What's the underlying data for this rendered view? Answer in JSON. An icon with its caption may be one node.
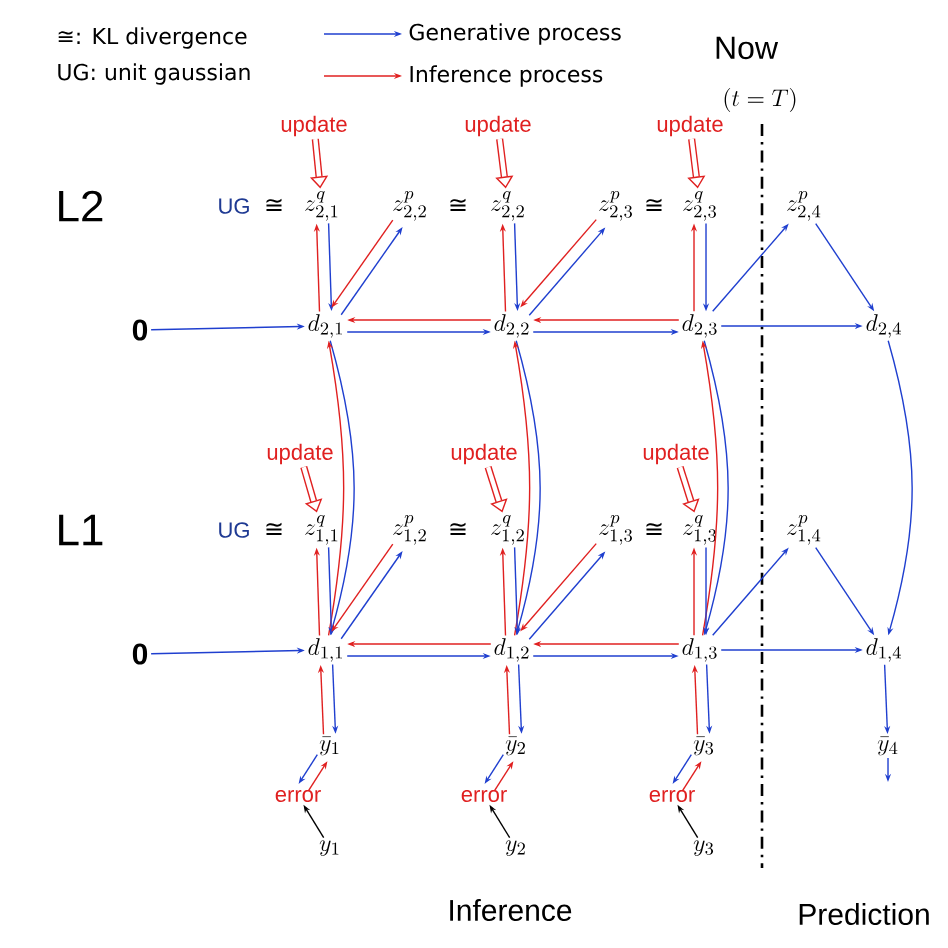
{
  "diagram": {
    "nodes": [
      {
        "text": [
          "0"
        ]
      },
      {
        "text": [
          "d_{2,1}"
        ]
      },
      {
        "text": [
          "d_{2,2}"
        ]
      },
      {
        "text": [
          "d_{2,3}"
        ]
      },
      {
        "text": [
          "d_{2,4}"
        ]
      },
      {
        "text": [
          "z^{q}_{2,1}"
        ]
      },
      {
        "text": [
          "z^{p}_{2,2}"
        ]
      },
      {
        "text": [
          "z^{q}_{2,2}"
        ]
      },
      {
        "text": [
          "z^{p}_{2,3}"
        ]
      },
      {
        "text": [
          "z^{q}_{2,3}"
        ]
      },
      {
        "text": [
          "z^{p}_{2,4}"
        ]
      },
      {
        "text": [
          "0"
        ]
      },
      {
        "text": [
          "d_{1,1}"
        ]
      },
      {
        "text": [
          "d_{1,2}"
        ]
      },
      {
        "text": [
          "d_{1,3}"
        ]
      },
      {
        "text": [
          "d_{1,4}"
        ]
      },
      {
        "text": [
          "z^{q}_{1,1}"
        ]
      },
      {
        "text": [
          "z^{p}_{1,2}"
        ]
      },
      {
        "text": [
          "z^{q}_{1,2}"
        ]
      },
      {
        "text": [
          "z^{p}_{1,3}"
        ]
      },
      {
        "text": [
          "z^{q}_{1,3}"
        ]
      },
      {
        "text": [
          "z^{p}_{1,4}"
        ]
      },
      {
        "text": [
          "\\bar{y}_{1}"
        ]
      },
      {
        "text": [
          "\\bar{y}_{2}"
        ]
      },
      {
        "text": [
          "\\bar{y}_{3}"
        ]
      },
      {
        "text": [
          "\\bar{y}_{4}"
        ]
      },
      {
        "text": [
          "y_{1}"
        ]
      },
      {
        "text": [
          "y_{2}"
        ]
      },
      {
        "text": [
          "y_{3}"
        ]
      },
      {
        "text": [
          "error"
        ]
      },
      {
        "text": [
          "error"
        ]
      },
      {
        "text": [
          "error"
        ]
      },
      {
        "text": [
          "update"
        ]
      },
      {
        "text": [
          "update"
        ]
      },
      {
        "text": [
          "update"
        ]
      },
      {
        "text": [
          "update"
        ]
      },
      {
        "text": [
          "update"
        ]
      },
      {
        "text": [
          "update"
        ]
      }
    ],
    "edges": [
      {
        "from": 0,
        "to": 1,
        "arrow": "to"
      },
      {
        "from": 1,
        "to": 2,
        "arrow": "to"
      },
      {
        "from": 2,
        "to": 3,
        "arrow": "to"
      },
      {
        "from": 3,
        "to": 4,
        "arrow": "to"
      },
      {
        "from": 2,
        "to": 1,
        "arrow": "to",
        "color": "#e02020"
      },
      {
        "from": 3,
        "to": 2,
        "arrow": "to",
        "color": "#e02020"
      },
      {
        "from": 5,
        "to": 1,
        "arrow": "to"
      },
      {
        "from": 1,
        "to": 5,
        "arrow": "to",
        "color": "#e02020"
      },
      {
        "from": 1,
        "to": 6,
        "arrow": "to"
      },
      {
        "from": 6,
        "to": 1,
        "arrow": "to",
        "color": "#e02020"
      },
      {
        "from": 7,
        "to": 2,
        "arrow": "to"
      },
      {
        "from": 2,
        "to": 7,
        "arrow": "to",
        "color": "#e02020"
      },
      {
        "from": 2,
        "to": 8,
        "arrow": "to"
      },
      {
        "from": 8,
        "to": 2,
        "arrow": "to",
        "color": "#e02020"
      },
      {
        "from": 9,
        "to": 3,
        "arrow": "to"
      },
      {
        "from": 3,
        "to": 9,
        "arrow": "to",
        "color": "#e02020"
      },
      {
        "from": 3,
        "to": 10,
        "arrow": "to"
      },
      {
        "from": 10,
        "to": 4,
        "arrow": "to"
      },
      {
        "from": 1,
        "to": 12,
        "arrow": "to"
      },
      {
        "from": 12,
        "to": 1,
        "arrow": "to",
        "color": "#e02020"
      },
      {
        "from": 2,
        "to": 13,
        "arrow": "to"
      },
      {
        "from": 13,
        "to": 2,
        "arrow": "to",
        "color": "#e02020"
      },
      {
        "from": 3,
        "to": 14,
        "arrow": "to"
      },
      {
        "from": 14,
        "to": 3,
        "arrow": "to",
        "color": "#e02020"
      },
      {
        "from": 4,
        "to": 15,
        "arrow": "to"
      },
      {
        "from": 11,
        "to": 12,
        "arrow": "to"
      },
      {
        "from": 12,
        "to": 13,
        "arrow": "to"
      },
      {
        "from": 13,
        "to": 14,
        "arrow": "to"
      },
      {
        "from": 14,
        "to": 15,
        "arrow": "to"
      },
      {
        "from": 13,
        "to": 12,
        "arrow": "to",
        "color": "#e02020"
      },
      {
        "from": 14,
        "to": 13,
        "arrow": "to",
        "color": "#e02020"
      },
      {
        "from": 16,
        "to": 12,
        "arrow": "to"
      },
      {
        "from": 12,
        "to": 16,
        "arrow": "to",
        "color": "#e02020"
      },
      {
        "from": 12,
        "to": 17,
        "arrow": "to"
      },
      {
        "from": 17,
        "to": 12,
        "arrow": "to",
        "color": "#e02020"
      },
      {
        "from": 18,
        "to": 13,
        "arrow": "to"
      },
      {
        "from": 13,
        "to": 18,
        "arrow": "to",
        "color": "#e02020"
      },
      {
        "from": 13,
        "to": 19,
        "arrow": "to"
      },
      {
        "from": 19,
        "to": 13,
        "arrow": "to",
        "color": "#e02020"
      },
      {
        "from": 20,
        "to": 14,
        "arrow": "to"
      },
      {
        "from": 14,
        "to": 20,
        "arrow": "to",
        "color": "#e02020"
      },
      {
        "from": 14,
        "to": 21,
        "arrow": "to"
      },
      {
        "from": 21,
        "to": 15,
        "arrow": "to"
      },
      {
        "from": 12,
        "to": 22,
        "arrow": "to"
      },
      {
        "from": 22,
        "to": 12,
        "arrow": "to",
        "color": "#e02020"
      },
      {
        "from": 13,
        "to": 23,
        "arrow": "to"
      },
      {
        "from": 23,
        "to": 13,
        "arrow": "to",
        "color": "#e02020"
      },
      {
        "from": 14,
        "to": 24,
        "arrow": "to"
      },
      {
        "from": 24,
        "to": 14,
        "arrow": "to",
        "color": "#e02020"
      },
      {
        "from": 15,
        "to": 25,
        "arrow": "to"
      },
      {
        "from": 22,
        "to": 29,
        "arrow": "to"
      },
      {
        "from": 29,
        "to": 22,
        "arrow": "to",
        "color": "#e02020"
      },
      {
        "from": 26,
        "to": 29,
        "arrow": "to",
        "color": "#000000"
      },
      {
        "from": 23,
        "to": 30,
        "arrow": "to"
      },
      {
        "from": 30,
        "to": 23,
        "arrow": "to",
        "color": "#e02020"
      },
      {
        "from": 27,
        "to": 30,
        "arrow": "to",
        "color": "#000000"
      },
      {
        "from": 24,
        "to": 31,
        "arrow": "to"
      },
      {
        "from": 31,
        "to": 24,
        "arrow": "to",
        "color": "#e02020"
      },
      {
        "from": 28,
        "to": 31,
        "arrow": "to",
        "color": "#000000"
      },
      {
        "from": 25,
        "to": null,
        "arrow": "to"
      },
      {
        "from": 32,
        "to": 5,
        "arrow": "to",
        "style": "thick",
        "color": "#e02020"
      },
      {
        "from": 33,
        "to": 7,
        "arrow": "to",
        "style": "thick",
        "color": "#e02020"
      },
      {
        "from": 34,
        "to": 9,
        "arrow": "to",
        "style": "thick",
        "color": "#e02020"
      },
      {
        "from": 35,
        "to": 16,
        "arrow": "to",
        "style": "thick",
        "color": "#e02020"
      },
      {
        "from": 36,
        "to": 18,
        "arrow": "to",
        "style": "thick",
        "color": "#e02020"
      },
      {
        "from": 37,
        "to": 20,
        "arrow": "to",
        "style": "thick",
        "color": "#e02020"
      }
    ],
    "labels": [
      "≅: KL divergence",
      "UG: unit gaussian",
      "Now",
      "(t = T)",
      "L2",
      "UG",
      "≅",
      "≅",
      "≅",
      "L1",
      "UG",
      "≅",
      "≅",
      "≅",
      "Inference",
      "Prediction"
    ],
    "legend": [
      {
        "text": "Generative process"
      },
      {
        "text": "Inference process"
      }
    ]
  }
}
